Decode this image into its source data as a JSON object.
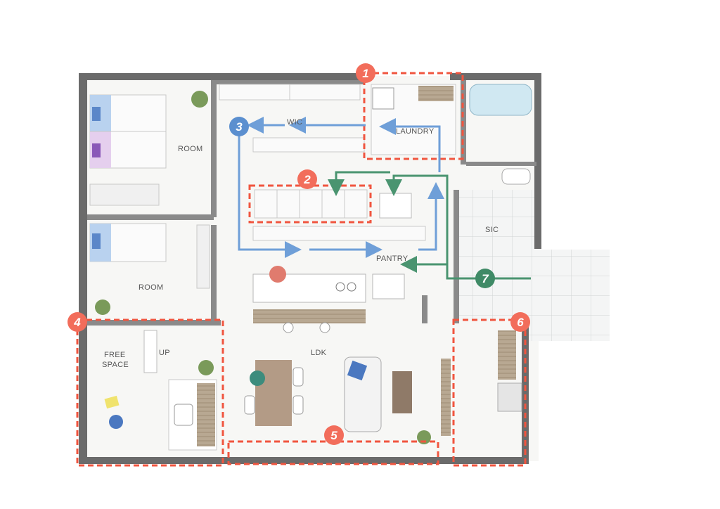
{
  "rooms": {
    "room_top": "ROOM",
    "room_bottom": "ROOM",
    "wic": "WIC",
    "laundry": "LAUNDRY",
    "sic": "SIC",
    "pantry": "PANTRY",
    "ldk": "LDK",
    "free_space_1": "FREE",
    "free_space_2": "SPACE",
    "stair_up": "UP"
  },
  "markers": [
    {
      "label": "1",
      "color": "#f26d5b"
    },
    {
      "label": "2",
      "color": "#f26d5b"
    },
    {
      "label": "3",
      "color": "#5b8fcf"
    },
    {
      "label": "4",
      "color": "#f26d5b"
    },
    {
      "label": "5",
      "color": "#f26d5b"
    },
    {
      "label": "6",
      "color": "#f26d5b"
    },
    {
      "label": "7",
      "color": "#3f8a66"
    }
  ],
  "colors": {
    "highlight_dash": "#f0553f",
    "flow_blue": "#6f9fd8",
    "flow_green": "#4a9470",
    "wall": "#6b6b6b"
  }
}
